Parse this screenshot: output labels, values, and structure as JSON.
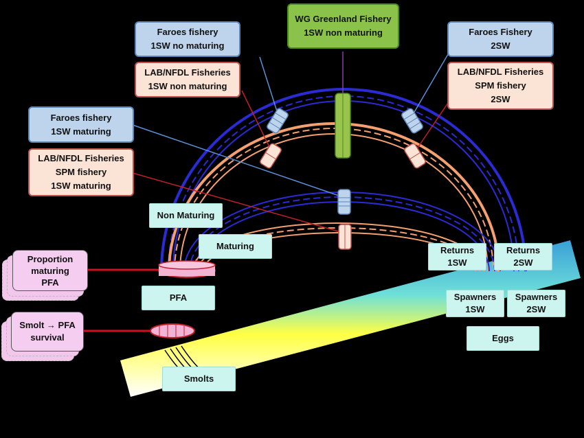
{
  "fisheries": {
    "wg_greenland": [
      "WG Greenland Fishery",
      "1SW non maturing"
    ],
    "faroes_1sw_no_maturing": [
      "Faroes fishery",
      "1SW no maturing"
    ],
    "lab_nfdl_1sw_non_maturing": [
      "LAB/NFDL Fisheries",
      "1SW non maturing"
    ],
    "faroes_2sw": [
      "Faroes Fishery",
      "2SW"
    ],
    "lab_nfdl_spm_2sw": [
      "LAB/NFDL Fisheries",
      "SPM fishery",
      "2SW"
    ],
    "faroes_1sw_maturing": [
      "Faroes fishery",
      "1SW maturing"
    ],
    "lab_nfdl_spm_1sw_maturing": [
      "LAB/NFDL Fisheries",
      "SPM fishery",
      "1SW maturing"
    ]
  },
  "stages": {
    "non_maturing": "Non Maturing",
    "maturing": "Maturing",
    "pfa": "PFA",
    "returns_1sw": [
      "Returns",
      "1SW"
    ],
    "returns_2sw": [
      "Returns",
      "2SW"
    ],
    "spawners_1sw": [
      "Spawners",
      "1SW"
    ],
    "spawners_2sw": [
      "Spawners",
      "2SW"
    ],
    "eggs": "Eggs",
    "smolts": "Smolts"
  },
  "parameters": {
    "proportion_maturing": [
      "Proportion",
      "maturing",
      "PFA"
    ],
    "smolt_survival": [
      "Smolt → PFA",
      "survival"
    ]
  },
  "colors": {
    "background": "#000000",
    "arc_2sw": "#2b2bd6",
    "arc_1sw": "#f4a070",
    "link_blue": "#5b8fd6",
    "link_red": "#c0202a",
    "link_green": "#8a3aa8",
    "band": [
      "#2fa6d8",
      "#ffff3c",
      "#ffffff"
    ]
  }
}
